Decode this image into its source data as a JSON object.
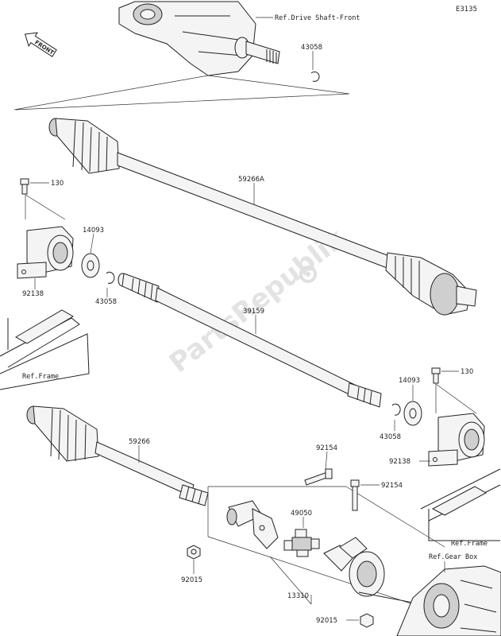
{
  "diagram": {
    "code": "E3135",
    "front_label": "FRONT",
    "watermark": "PartsRepublik",
    "refs": {
      "drive_shaft_front": "Ref.Drive Shaft-Front",
      "frame_left": "Ref.Frame",
      "frame_right": "Ref.Frame",
      "gear_box": "Ref.Gear Box"
    },
    "parts": {
      "p43058_top": "43058",
      "p59266A": "59266A",
      "p130_left": "130",
      "p14093_left": "14093",
      "p92138_left": "92138",
      "p43058_left": "43058",
      "p39159": "39159",
      "p14093_right": "14093",
      "p130_right": "130",
      "p43058_right": "43058",
      "p92138_right": "92138",
      "p59266": "59266",
      "p92154_a": "92154",
      "p92154_b": "92154",
      "p49050": "49050",
      "p92015_left": "92015",
      "p13310": "13310",
      "p92015_bottom": "92015"
    }
  }
}
